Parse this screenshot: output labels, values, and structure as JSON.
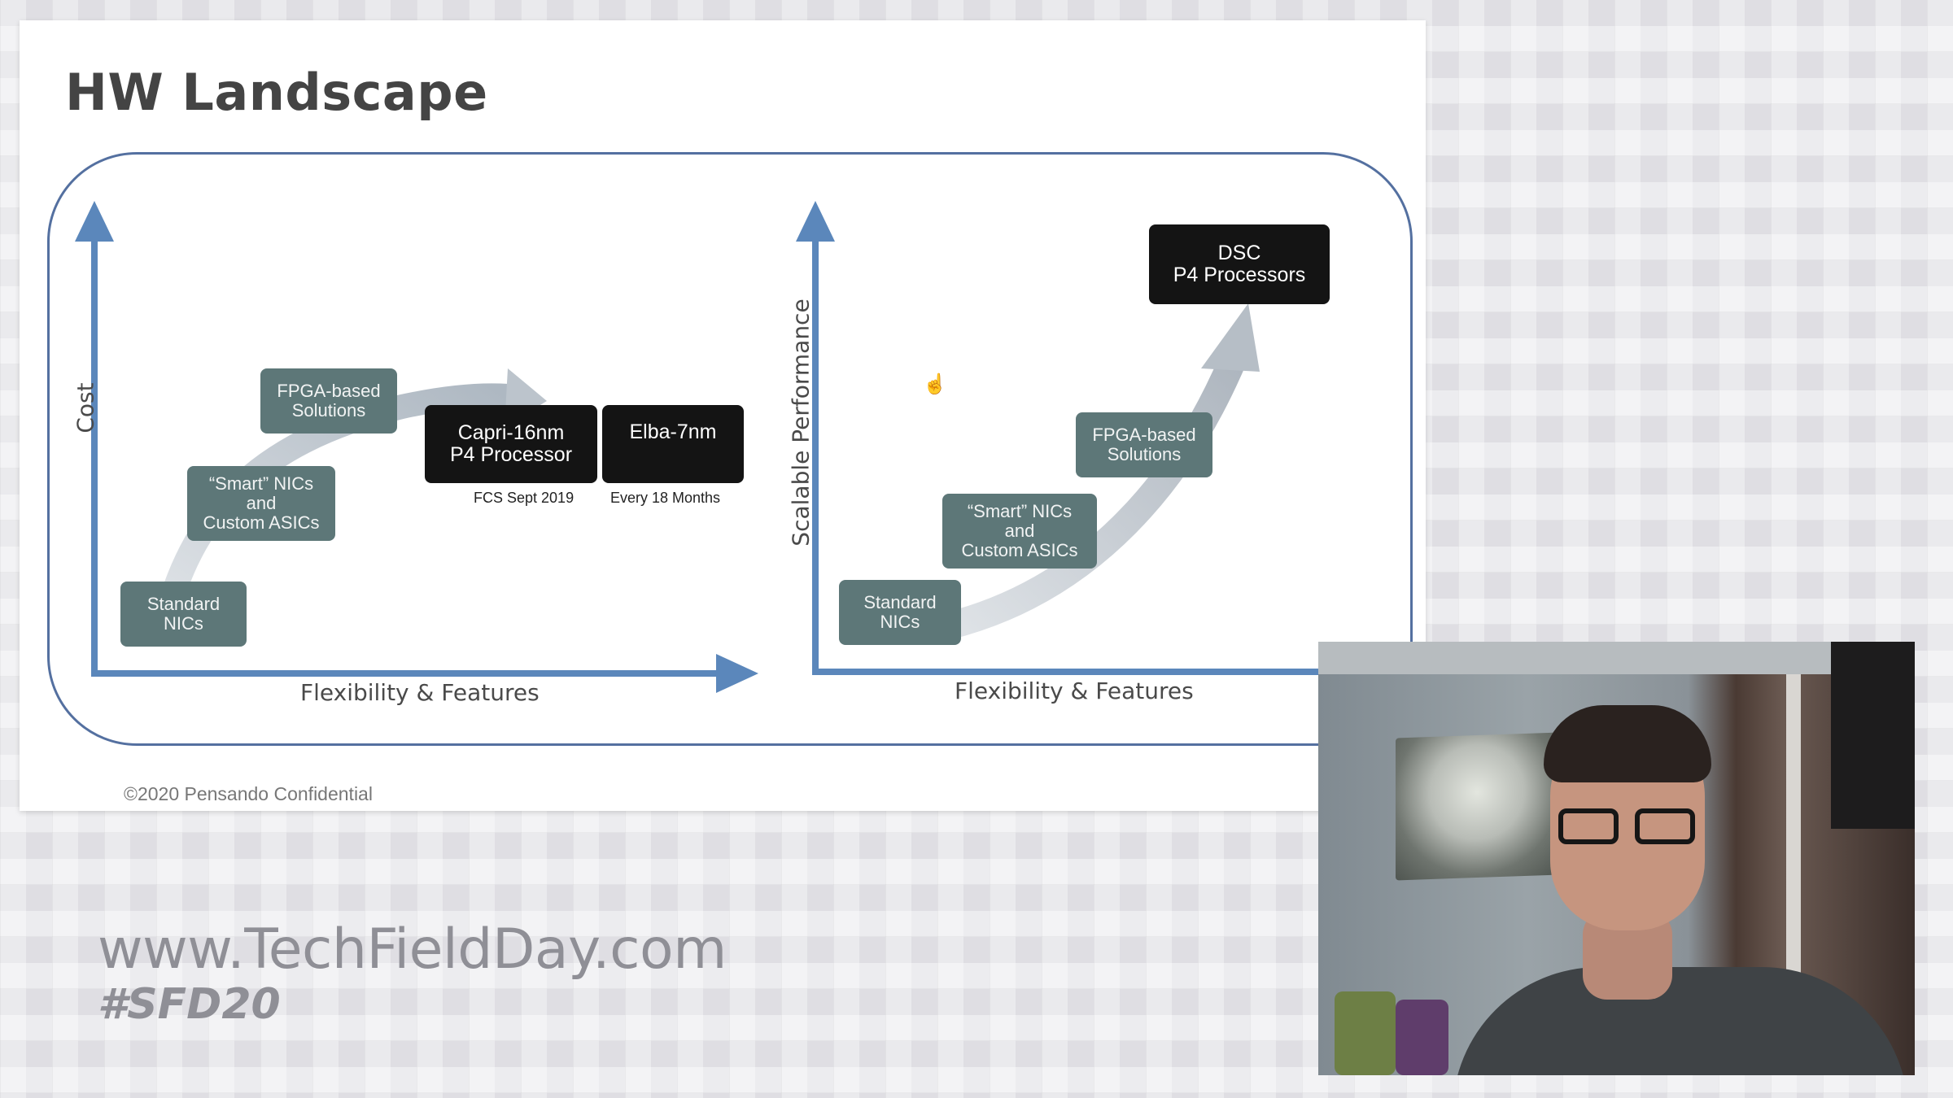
{
  "slide": {
    "title": "HW Landscape",
    "footer": "©2020 Pensando Confidential"
  },
  "left_diagram": {
    "y_axis_label": "Cost",
    "x_axis_label": "Flexibility & Features",
    "boxes": {
      "standard_nics": "Standard\nNICs",
      "smart_nics": "“Smart” NICs\nand\nCustom ASICs",
      "fpga": "FPGA-based\nSolutions",
      "capri": "Capri-16nm\nP4 Processor",
      "elba": "Elba-7nm"
    },
    "captions": {
      "capri": "FCS Sept 2019",
      "elba": "Every 18 Months"
    }
  },
  "right_diagram": {
    "y_axis_label": "Scalable Performance",
    "x_axis_label": "Flexibility & Features",
    "boxes": {
      "standard_nics": "Standard\nNICs",
      "smart_nics": "“Smart” NICs\nand\nCustom ASICs",
      "fpga": "FPGA-based\nSolutions",
      "dsc": "DSC\nP4 Processors"
    }
  },
  "watermark": {
    "site": "www.TechFieldDay.com",
    "hashtag": "#SFD20"
  },
  "colors": {
    "axis_blue": "#5b87bb",
    "frame_blue": "#5470a0",
    "box_grey": "#5d7778",
    "box_black": "#141414",
    "curve_grey": "#b9c1c9"
  },
  "icons": {
    "cursor": "hand-pointer-icon"
  }
}
